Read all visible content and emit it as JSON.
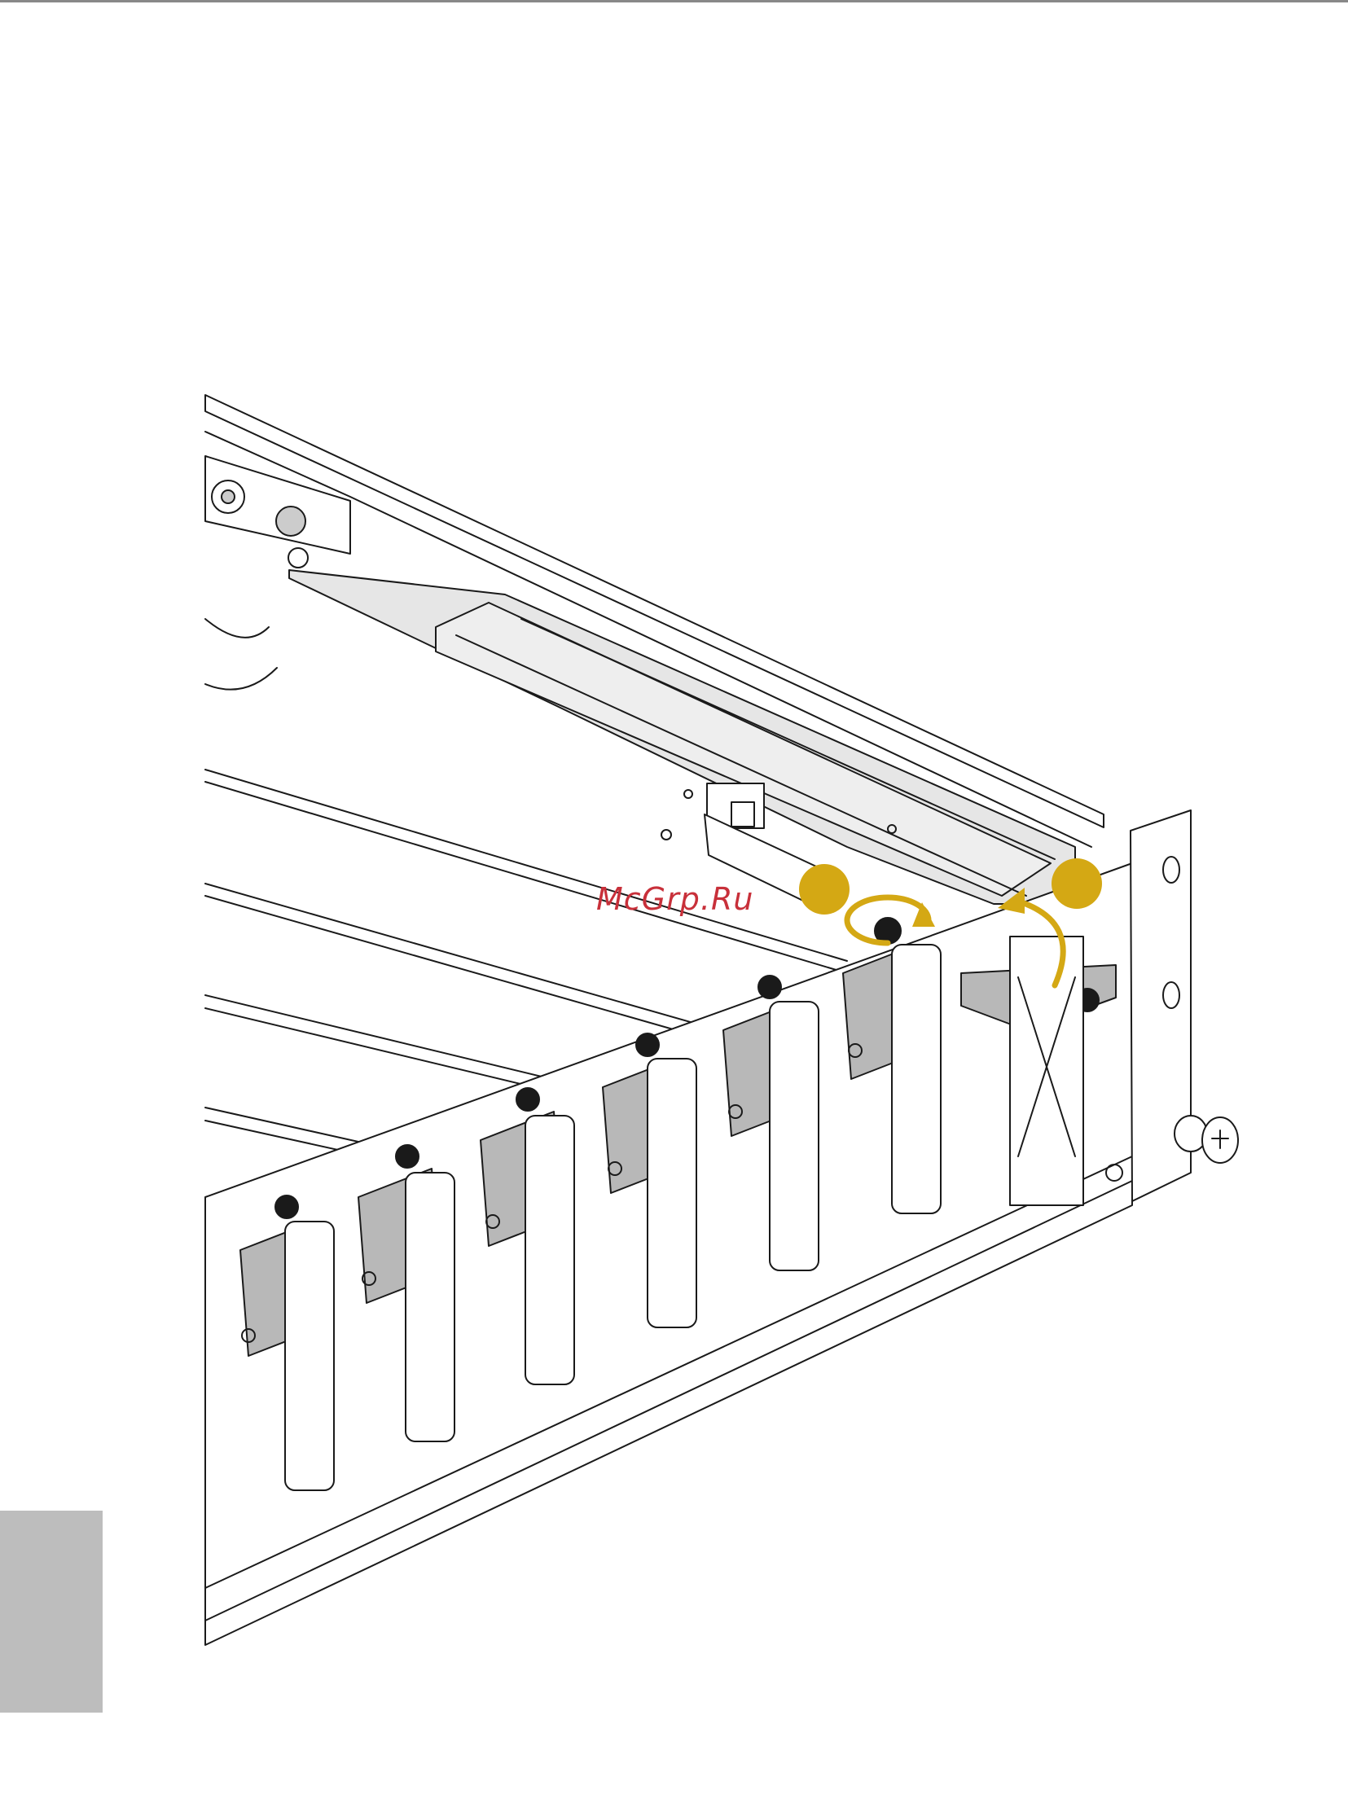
{
  "watermark": {
    "text": "McGrp.Ru"
  },
  "colors": {
    "callout": "#d4a814",
    "line": "#1a1a1a",
    "panel": "#e6e6e6",
    "bracket": "#b8b8b8",
    "side_tab": "#bdbdbd",
    "watermark": "#c8303a"
  },
  "callouts": [
    {
      "id": "step-1",
      "label": ""
    },
    {
      "id": "step-2",
      "label": ""
    }
  ],
  "slots": {
    "count": 7
  }
}
